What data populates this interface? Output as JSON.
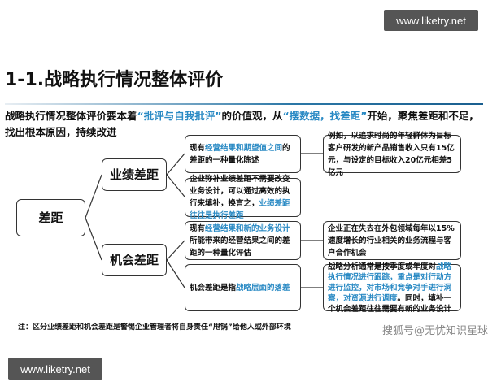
{
  "watermarks": {
    "top": "www.liketry.net",
    "bottom": "www.liketry.net",
    "sohu": "搜狐号@无忧知识星球"
  },
  "title": "1-1.战略执行情况整体评价",
  "intro": {
    "p1": "战略执行情况整体评价要本着",
    "q1": "“批评与自我批评”",
    "p2": "的价值观，从",
    "q2": "“摆数据，找差距”",
    "p3": "开始，聚焦差距和不足，找出根本原因，持续改进"
  },
  "root": "差距",
  "branches": {
    "performance": "业绩差距",
    "opportunity": "机会差距"
  },
  "details": {
    "d1": {
      "a": "现有",
      "h": "经营结果和期望值之间",
      "b": "的差距的一种量化陈述"
    },
    "d2": {
      "a": "企业弥补业绩差距不需要改变业务设计，可以通过高效的执行来填补，换言之，",
      "h": "业绩差距往往是执行差距",
      "b": ""
    },
    "d3": {
      "a": "现有",
      "h": "经营结果和新的业务设计",
      "b": "所能带来的经营结果之间的差距的一种量化评估"
    },
    "d4": {
      "a": "机会差距是指",
      "h": "战略层面的落差",
      "b": ""
    }
  },
  "examples": {
    "e1": "例如，以追求时尚的年轻群体为目标客户研发的新产品销售收入只有15亿元，与设定的目标收入20亿元相差5亿元",
    "e3": "企业正在失去在外包领域每年以15%速度增长的行业相关的业务流程与客户合作机会",
    "e4": {
      "a": "战略分析通常是按季度或年度对",
      "h": "战略执行情况进行跟踪，重点是对行动方进行监控，对市场和竞争对手进行洞察，对资源进行调度",
      "b": "。同时，填补一个机会差距往往需要有新的业务设计"
    }
  },
  "footnote": "注：区分业绩差距和机会差距是警惕企业管理者将自身责任“甩锅”给他人或外部环境"
}
